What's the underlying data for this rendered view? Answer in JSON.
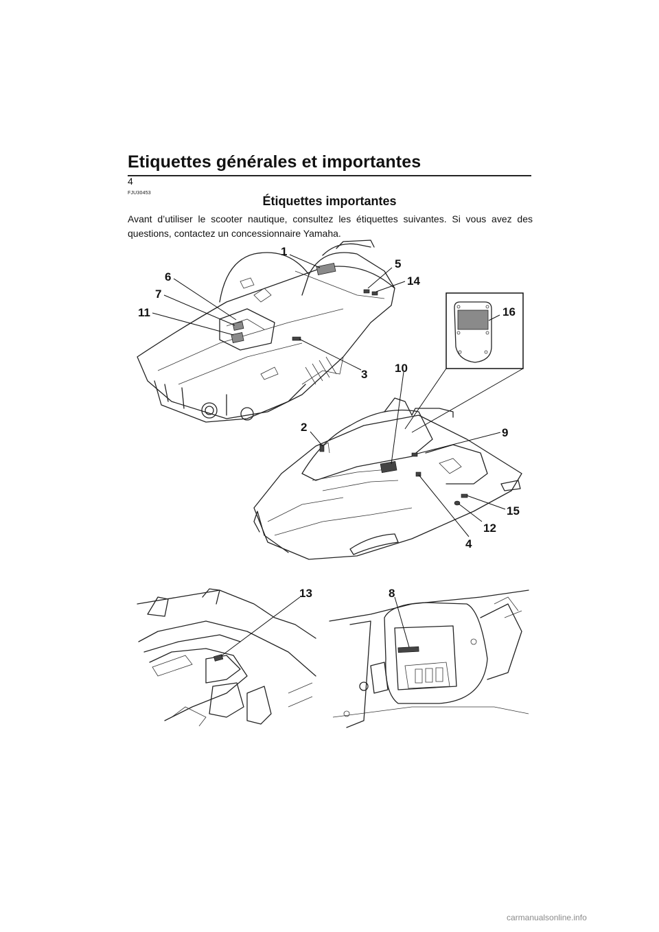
{
  "header": {
    "title": "Etiquettes générales et importantes",
    "page_number": "4"
  },
  "section": {
    "code": "FJU30453",
    "title": "Étiquettes importantes",
    "intro": "Avant d’utiliser le scooter nautique, consultez les étiquettes suivantes. Si vous avez des questions, contactez un concessionnaire Yamaha."
  },
  "callouts": {
    "c1": "1",
    "c2": "2",
    "c3": "3",
    "c4": "4",
    "c5": "5",
    "c6": "6",
    "c7": "7",
    "c8": "8",
    "c9": "9",
    "c10": "10",
    "c11": "11",
    "c12": "12",
    "c13": "13",
    "c14": "14",
    "c15": "15",
    "c16": "16"
  },
  "watermark": "carmanualsonline.info"
}
